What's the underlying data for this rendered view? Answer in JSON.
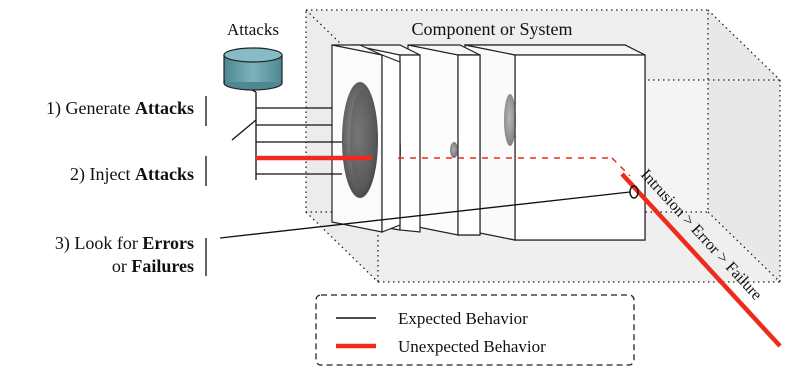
{
  "labels": {
    "attacks": "Attacks",
    "component": "Component or System",
    "step1_prefix": "1) Generate ",
    "step1_bold": "Attacks",
    "step2_prefix": "2) Inject ",
    "step2_bold": "Attacks",
    "step3_line1_prefix": "3) Look for ",
    "step3_line1_bold": "Errors",
    "step3_line2_prefix": "or ",
    "step3_line2_bold": "Failures",
    "chain": "Intrusion > Error > Failure"
  },
  "legend": {
    "expected": "Expected Behavior",
    "unexpected": "Unexpected Behavior"
  },
  "colors": {
    "unexpected": "#ee2a1a",
    "database": "#5f9aa5",
    "box_fill": "#ffffff",
    "stroke": "#222222"
  },
  "icons": {
    "database": "database-cylinder-icon"
  }
}
